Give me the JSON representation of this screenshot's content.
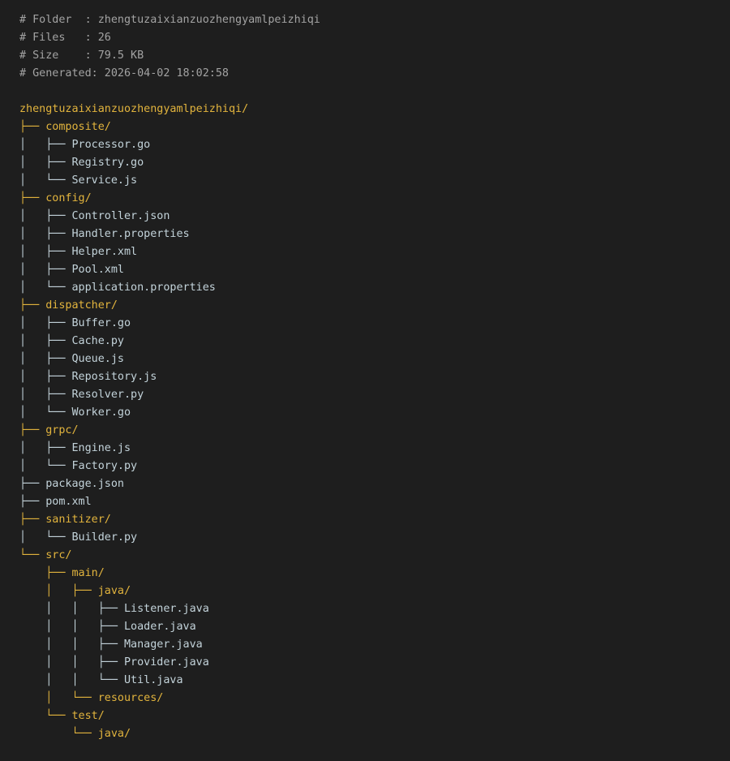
{
  "header": [
    "# Folder  : zhengtuzaixianzuozhengyamlpeizhiqi",
    "# Files   : 26",
    "# Size    : 79.5 KB",
    "# Generated: 2026-04-02 18:02:58"
  ],
  "colors": {
    "background": "#1e1e1e",
    "comment": "#a3a3a3",
    "folder": "#e2b43d",
    "file": "#c3d3da"
  },
  "tree": [
    {
      "text": "zhengtuzaixianzuozhengyamlpeizhiqi/",
      "type": "folder"
    },
    {
      "text": "├── composite/",
      "type": "folder"
    },
    {
      "text": "│   ├── Processor.go",
      "type": "file"
    },
    {
      "text": "│   ├── Registry.go",
      "type": "file"
    },
    {
      "text": "│   └── Service.js",
      "type": "file"
    },
    {
      "text": "├── config/",
      "type": "folder"
    },
    {
      "text": "│   ├── Controller.json",
      "type": "file"
    },
    {
      "text": "│   ├── Handler.properties",
      "type": "file"
    },
    {
      "text": "│   ├── Helper.xml",
      "type": "file"
    },
    {
      "text": "│   ├── Pool.xml",
      "type": "file"
    },
    {
      "text": "│   └── application.properties",
      "type": "file"
    },
    {
      "text": "├── dispatcher/",
      "type": "folder"
    },
    {
      "text": "│   ├── Buffer.go",
      "type": "file"
    },
    {
      "text": "│   ├── Cache.py",
      "type": "file"
    },
    {
      "text": "│   ├── Queue.js",
      "type": "file"
    },
    {
      "text": "│   ├── Repository.js",
      "type": "file"
    },
    {
      "text": "│   ├── Resolver.py",
      "type": "file"
    },
    {
      "text": "│   └── Worker.go",
      "type": "file"
    },
    {
      "text": "├── grpc/",
      "type": "folder"
    },
    {
      "text": "│   ├── Engine.js",
      "type": "file"
    },
    {
      "text": "│   └── Factory.py",
      "type": "file"
    },
    {
      "text": "├── package.json",
      "type": "file"
    },
    {
      "text": "├── pom.xml",
      "type": "file"
    },
    {
      "text": "├── sanitizer/",
      "type": "folder"
    },
    {
      "text": "│   └── Builder.py",
      "type": "file"
    },
    {
      "text": "└── src/",
      "type": "folder"
    },
    {
      "text": "    ├── main/",
      "type": "folder"
    },
    {
      "text": "    │   ├── java/",
      "type": "folder"
    },
    {
      "text": "    │   │   ├── Listener.java",
      "type": "file"
    },
    {
      "text": "    │   │   ├── Loader.java",
      "type": "file"
    },
    {
      "text": "    │   │   ├── Manager.java",
      "type": "file"
    },
    {
      "text": "    │   │   ├── Provider.java",
      "type": "file"
    },
    {
      "text": "    │   │   └── Util.java",
      "type": "file"
    },
    {
      "text": "    │   └── resources/",
      "type": "folder"
    },
    {
      "text": "    └── test/",
      "type": "folder"
    },
    {
      "text": "        └── java/",
      "type": "folder"
    }
  ]
}
